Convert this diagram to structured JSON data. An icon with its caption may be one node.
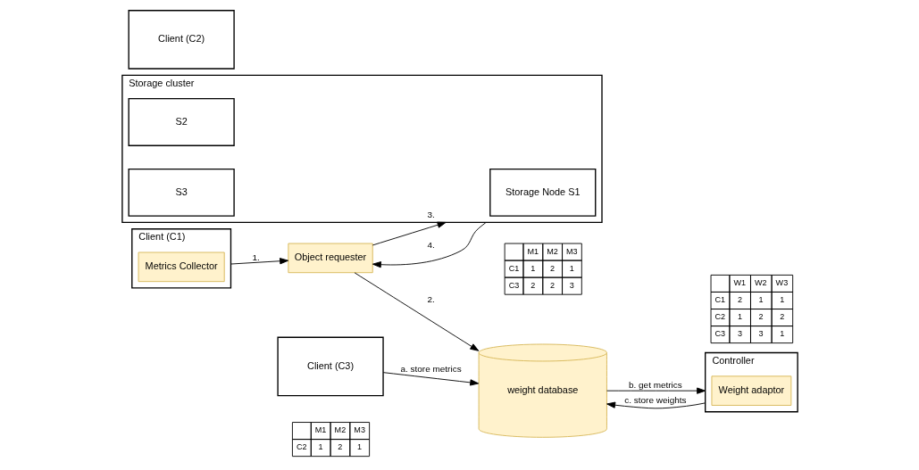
{
  "diagram": {
    "nodes": [
      {
        "text": [
          "Client (C3)"
        ]
      },
      {
        "text": [
          "Client (C2)"
        ]
      },
      {
        "text": [
          "Client (C1)"
        ]
      },
      {
        "text": [
          "Metrics Collector"
        ],
        "in": 2
      },
      {
        "text": [
          "weight database"
        ]
      },
      {
        "text": [
          "Controller"
        ]
      },
      {
        "text": [
          "Weight adaptor"
        ],
        "in": 5
      },
      {
        "text": [
          "Object requester"
        ]
      },
      {
        "text": [
          "Storage cluster"
        ]
      },
      {
        "text": [
          "Storage Node S1"
        ],
        "in": 8
      },
      {
        "text": [
          "S2"
        ],
        "in": 8
      },
      {
        "text": [
          "S3"
        ],
        "in": 8
      }
    ],
    "edges": [
      {
        "from": 0,
        "to": 4,
        "arrow": "to",
        "label": "a. store metrics"
      },
      {
        "from": 4,
        "to": 5,
        "arrow": "to",
        "label": "b. get metrics"
      },
      {
        "from": 5,
        "to": 4,
        "arrow": "to",
        "label": "c. store weights"
      },
      {
        "from": 2,
        "to": 7,
        "arrow": "to",
        "label": "1."
      },
      {
        "from": 7,
        "to": 4,
        "arrow": "to",
        "label": "2."
      },
      {
        "from": 7,
        "to": 8,
        "arrow": "to",
        "label": "3."
      },
      {
        "from": 8,
        "to": 7,
        "arrow": "to",
        "label": "4."
      }
    ],
    "labels": [
      "M1",
      "M2",
      "M3",
      "C2",
      "1",
      "2",
      "1",
      "M1",
      "M2",
      "M3",
      "C1",
      "1",
      "2",
      "1",
      "C3",
      "2",
      "2",
      "3",
      "W1",
      "W2",
      "W3",
      "C1",
      "2",
      "1",
      "1",
      "C2",
      "1",
      "2",
      "2",
      "C3",
      "3",
      "3",
      "1"
    ]
  }
}
